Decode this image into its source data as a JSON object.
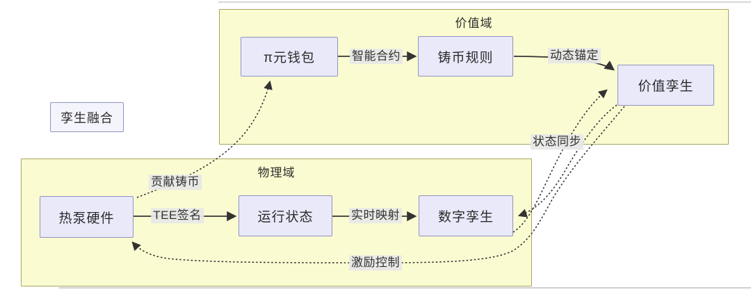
{
  "diagram": {
    "domains": [
      {
        "id": "value-domain",
        "label": "价值域"
      },
      {
        "id": "physical-domain",
        "label": "物理域"
      }
    ],
    "nodes": [
      {
        "id": "pi-wallet",
        "label": "π元钱包",
        "domain": "价值域"
      },
      {
        "id": "mint-rules",
        "label": "铸币规则",
        "domain": "价值域"
      },
      {
        "id": "value-twin",
        "label": "价值孪生",
        "domain": "价值域"
      },
      {
        "id": "twin-fusion",
        "label": "孪生融合",
        "domain": null
      },
      {
        "id": "heatpump-hardware",
        "label": "热泵硬件",
        "domain": "物理域"
      },
      {
        "id": "running-state",
        "label": "运行状态",
        "domain": "物理域"
      },
      {
        "id": "digital-twin",
        "label": "数字孪生",
        "domain": "物理域"
      }
    ],
    "edges": [
      {
        "from": "π元钱包",
        "to": "铸币规则",
        "label": "智能合约",
        "style": "solid"
      },
      {
        "from": "铸币规则",
        "to": "价值孪生",
        "label": "动态锚定",
        "style": "solid"
      },
      {
        "from": "热泵硬件",
        "to": "运行状态",
        "label": "TEE签名",
        "style": "solid"
      },
      {
        "from": "运行状态",
        "to": "数字孪生",
        "label": "实时映射",
        "style": "solid"
      },
      {
        "from": "热泵硬件",
        "to": "π元钱包",
        "label": "贡献铸币",
        "style": "dotted"
      },
      {
        "from": "数字孪生",
        "to": "价值孪生",
        "label": "状态同步",
        "style": "dotted"
      },
      {
        "from": "价值孪生",
        "to": "数字孪生",
        "label": "",
        "style": "dotted"
      },
      {
        "from": "价值孪生",
        "to": "热泵硬件",
        "label": "激励控制",
        "style": "dotted"
      }
    ],
    "palette": {
      "node_fill": "#e9e9fa",
      "node_border": "#8f92bf",
      "domain_fill": "#fbfbd2",
      "domain_border": "#a6a65f",
      "edge_color": "#333333",
      "edge_label_bg": "#e7e7e7",
      "text_color": "#2b2b2b"
    }
  }
}
